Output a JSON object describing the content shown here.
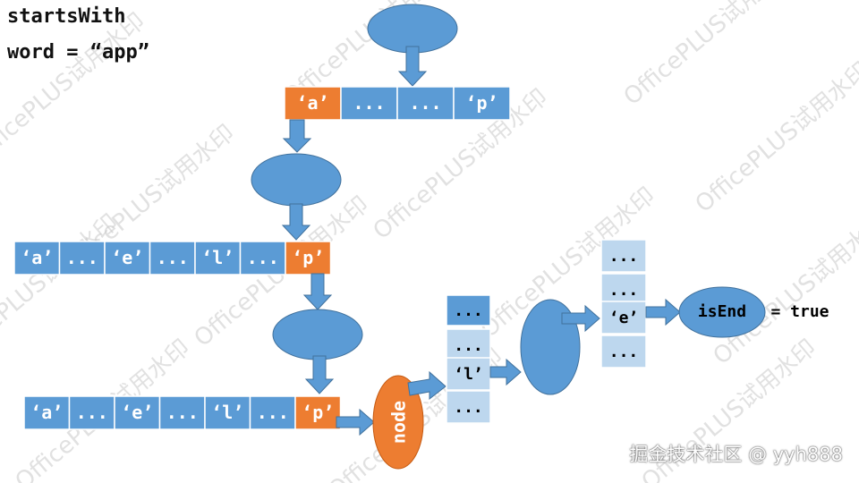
{
  "title": {
    "line1": "startsWith",
    "line2": "word = “app”"
  },
  "row1": {
    "cells": [
      "‘a’",
      "...",
      "...",
      "‘p’"
    ],
    "highlight": [
      0
    ]
  },
  "row2": {
    "cells": [
      "‘a’",
      "...",
      "‘e’",
      "...",
      "‘l’",
      "...",
      "‘p’"
    ],
    "highlight": [
      6
    ]
  },
  "row3": {
    "cells": [
      "‘a’",
      "...",
      "‘e’",
      "...",
      "‘l’",
      "...",
      "‘p’"
    ],
    "highlight": [
      6
    ]
  },
  "node_label": "node",
  "col1": {
    "top": "...",
    "cells": [
      "...",
      "‘l’",
      "..."
    ]
  },
  "col2": {
    "cells": [
      "...",
      "...",
      "‘e’",
      "..."
    ]
  },
  "isend": {
    "label": "isEnd",
    "rest": "= true"
  },
  "watermark": "OfficePLUS试用水印",
  "credit": "掘金技术社区 @ yyh888",
  "colors": {
    "blue": "#5B9BD5",
    "orange": "#ED7D31",
    "light_blue": "#BDD7EE",
    "arrow": "#4A90D9"
  }
}
